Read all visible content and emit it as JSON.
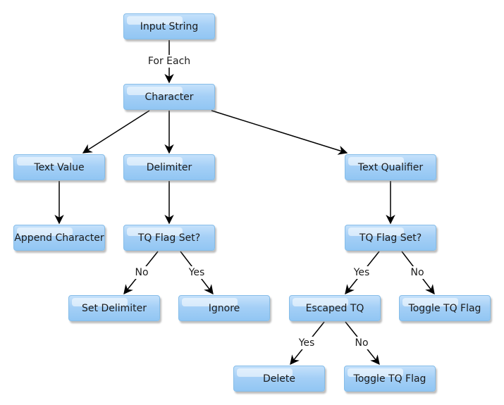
{
  "nodes": {
    "input_string": "Input String",
    "character": "Character",
    "text_value": "Text Value",
    "delimiter": "Delimiter",
    "text_qualifier": "Text Qualifier",
    "append_character": "Append Character",
    "tq_flag_set_delim": "TQ Flag Set?",
    "tq_flag_set_qual": "TQ Flag Set?",
    "set_delimiter": "Set Delimiter",
    "ignore": "Ignore",
    "escaped_tq": "Escaped TQ",
    "toggle_tq_flag_right": "Toggle TQ Flag",
    "delete": "Delete",
    "toggle_tq_flag_bottom": "Toggle TQ Flag"
  },
  "edge_labels": {
    "for_each": "For Each",
    "delim_no": "No",
    "delim_yes": "Yes",
    "qual_yes": "Yes",
    "qual_no": "No",
    "escaped_yes": "Yes",
    "escaped_no": "No"
  }
}
